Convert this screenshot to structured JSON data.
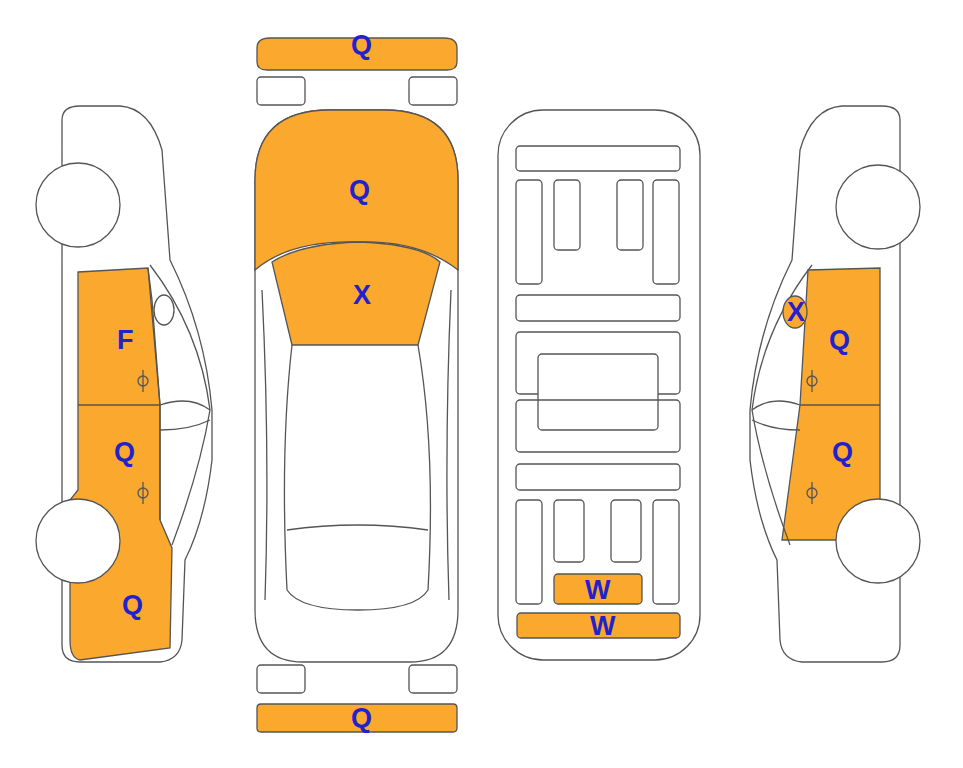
{
  "diagram": {
    "nodes": [
      {
        "text": [
          "F"
        ]
      },
      {
        "text": [
          "Q"
        ]
      },
      {
        "text": [
          "Q"
        ]
      },
      {
        "text": [
          "Q"
        ]
      },
      {
        "text": [
          "Q"
        ]
      },
      {
        "text": [
          "X"
        ]
      },
      {
        "text": [
          "Q"
        ]
      },
      {
        "text": [
          "W"
        ]
      },
      {
        "text": [
          "W"
        ]
      },
      {
        "text": [
          "X"
        ]
      },
      {
        "text": [
          "Q"
        ]
      },
      {
        "text": [
          "Q"
        ]
      }
    ]
  }
}
